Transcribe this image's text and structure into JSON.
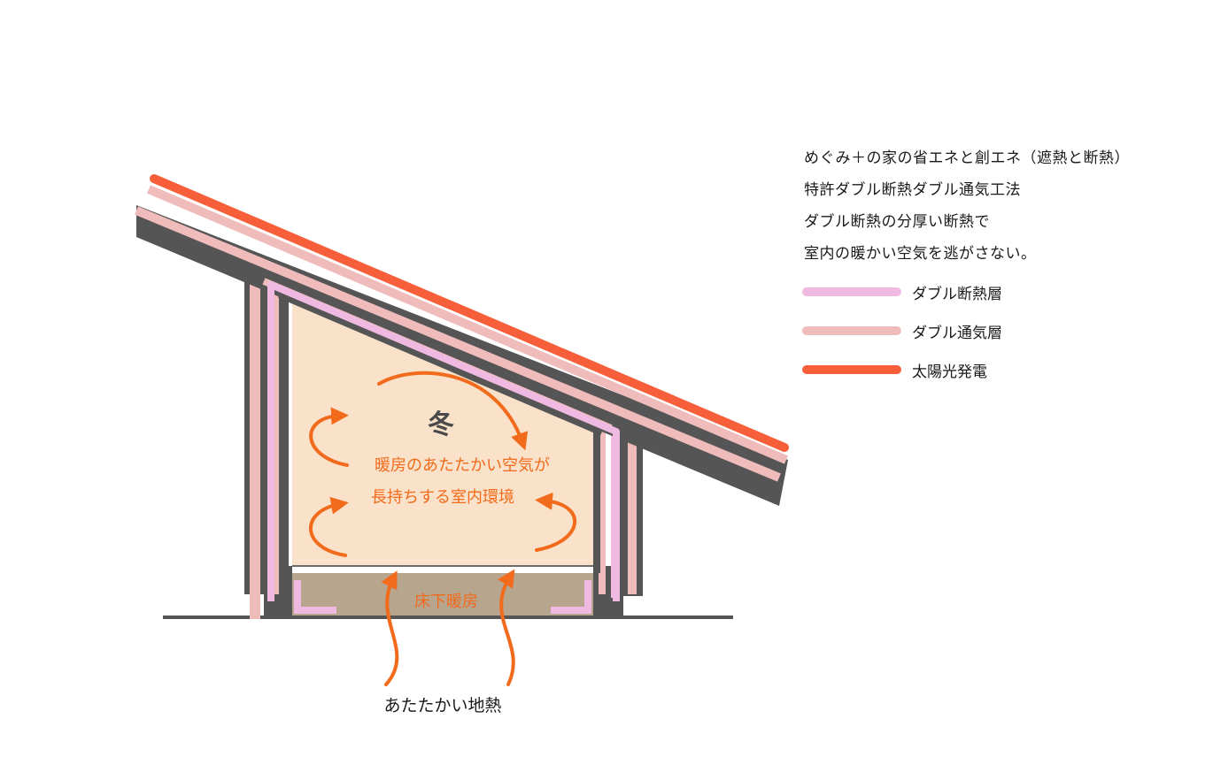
{
  "description": {
    "line1": "めぐみ＋の家の省エネと創エネ（遮熱と断熱）",
    "line2": "特許ダブル断熱ダブル通気工法",
    "line3": "ダブル断熱の分厚い断熱で",
    "line4": "室内の暖かい空気を逃がさない。"
  },
  "legend": [
    {
      "label": "ダブル断熱層",
      "color": "#f0b9e2"
    },
    {
      "label": "ダブル通気層",
      "color": "#f0bcbb"
    },
    {
      "label": "太陽光発電",
      "color": "#f65f3a"
    }
  ],
  "diagram": {
    "season_label": "冬",
    "room_text_line1": "暖房のあたたかい空気が",
    "room_text_line2": "長持ちする室内環境",
    "floor_heating_label": "床下暖房",
    "ground_heat_label": "あたたかい地熱"
  },
  "colors": {
    "structure": "#555555",
    "insulation": "#f0b9e2",
    "ventilation": "#f0bcbb",
    "solar": "#f65f3a",
    "interior": "#f9e2c9",
    "floor_space": "#b8a58e",
    "arrow": "#f26a1b",
    "ground": "#555555"
  }
}
